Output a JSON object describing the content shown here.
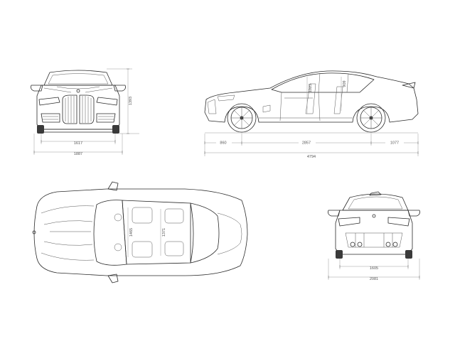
{
  "dimensions": {
    "front": {
      "track": "1617",
      "width": "1887",
      "height": "1393"
    },
    "side": {
      "front_overhang": "860",
      "wheelbase": "2857",
      "rear_overhang": "1077",
      "length": "4794",
      "headroom_front": "1023",
      "headroom_rear": "909"
    },
    "top": {
      "shoulder_front": "1465",
      "shoulder_rear": "1371"
    },
    "rear": {
      "track": "1605",
      "width": "2081"
    }
  },
  "icons": {
    "logo": "roundel-logo-icon"
  },
  "colors": {
    "line": "#2a2a2a",
    "dimension": "#9a9a9a",
    "background": "#ffffff"
  }
}
